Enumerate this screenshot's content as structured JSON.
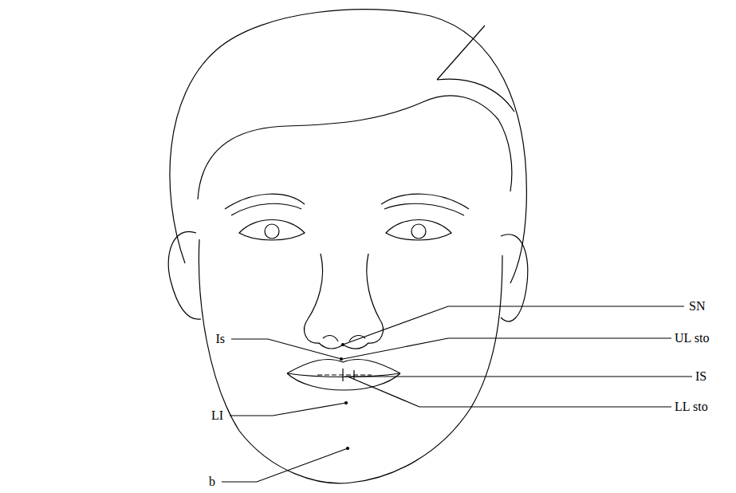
{
  "diagram": {
    "labels": [
      "SN",
      "UL sto",
      "IS",
      "LL sto",
      "Is",
      "LI",
      "b"
    ]
  }
}
